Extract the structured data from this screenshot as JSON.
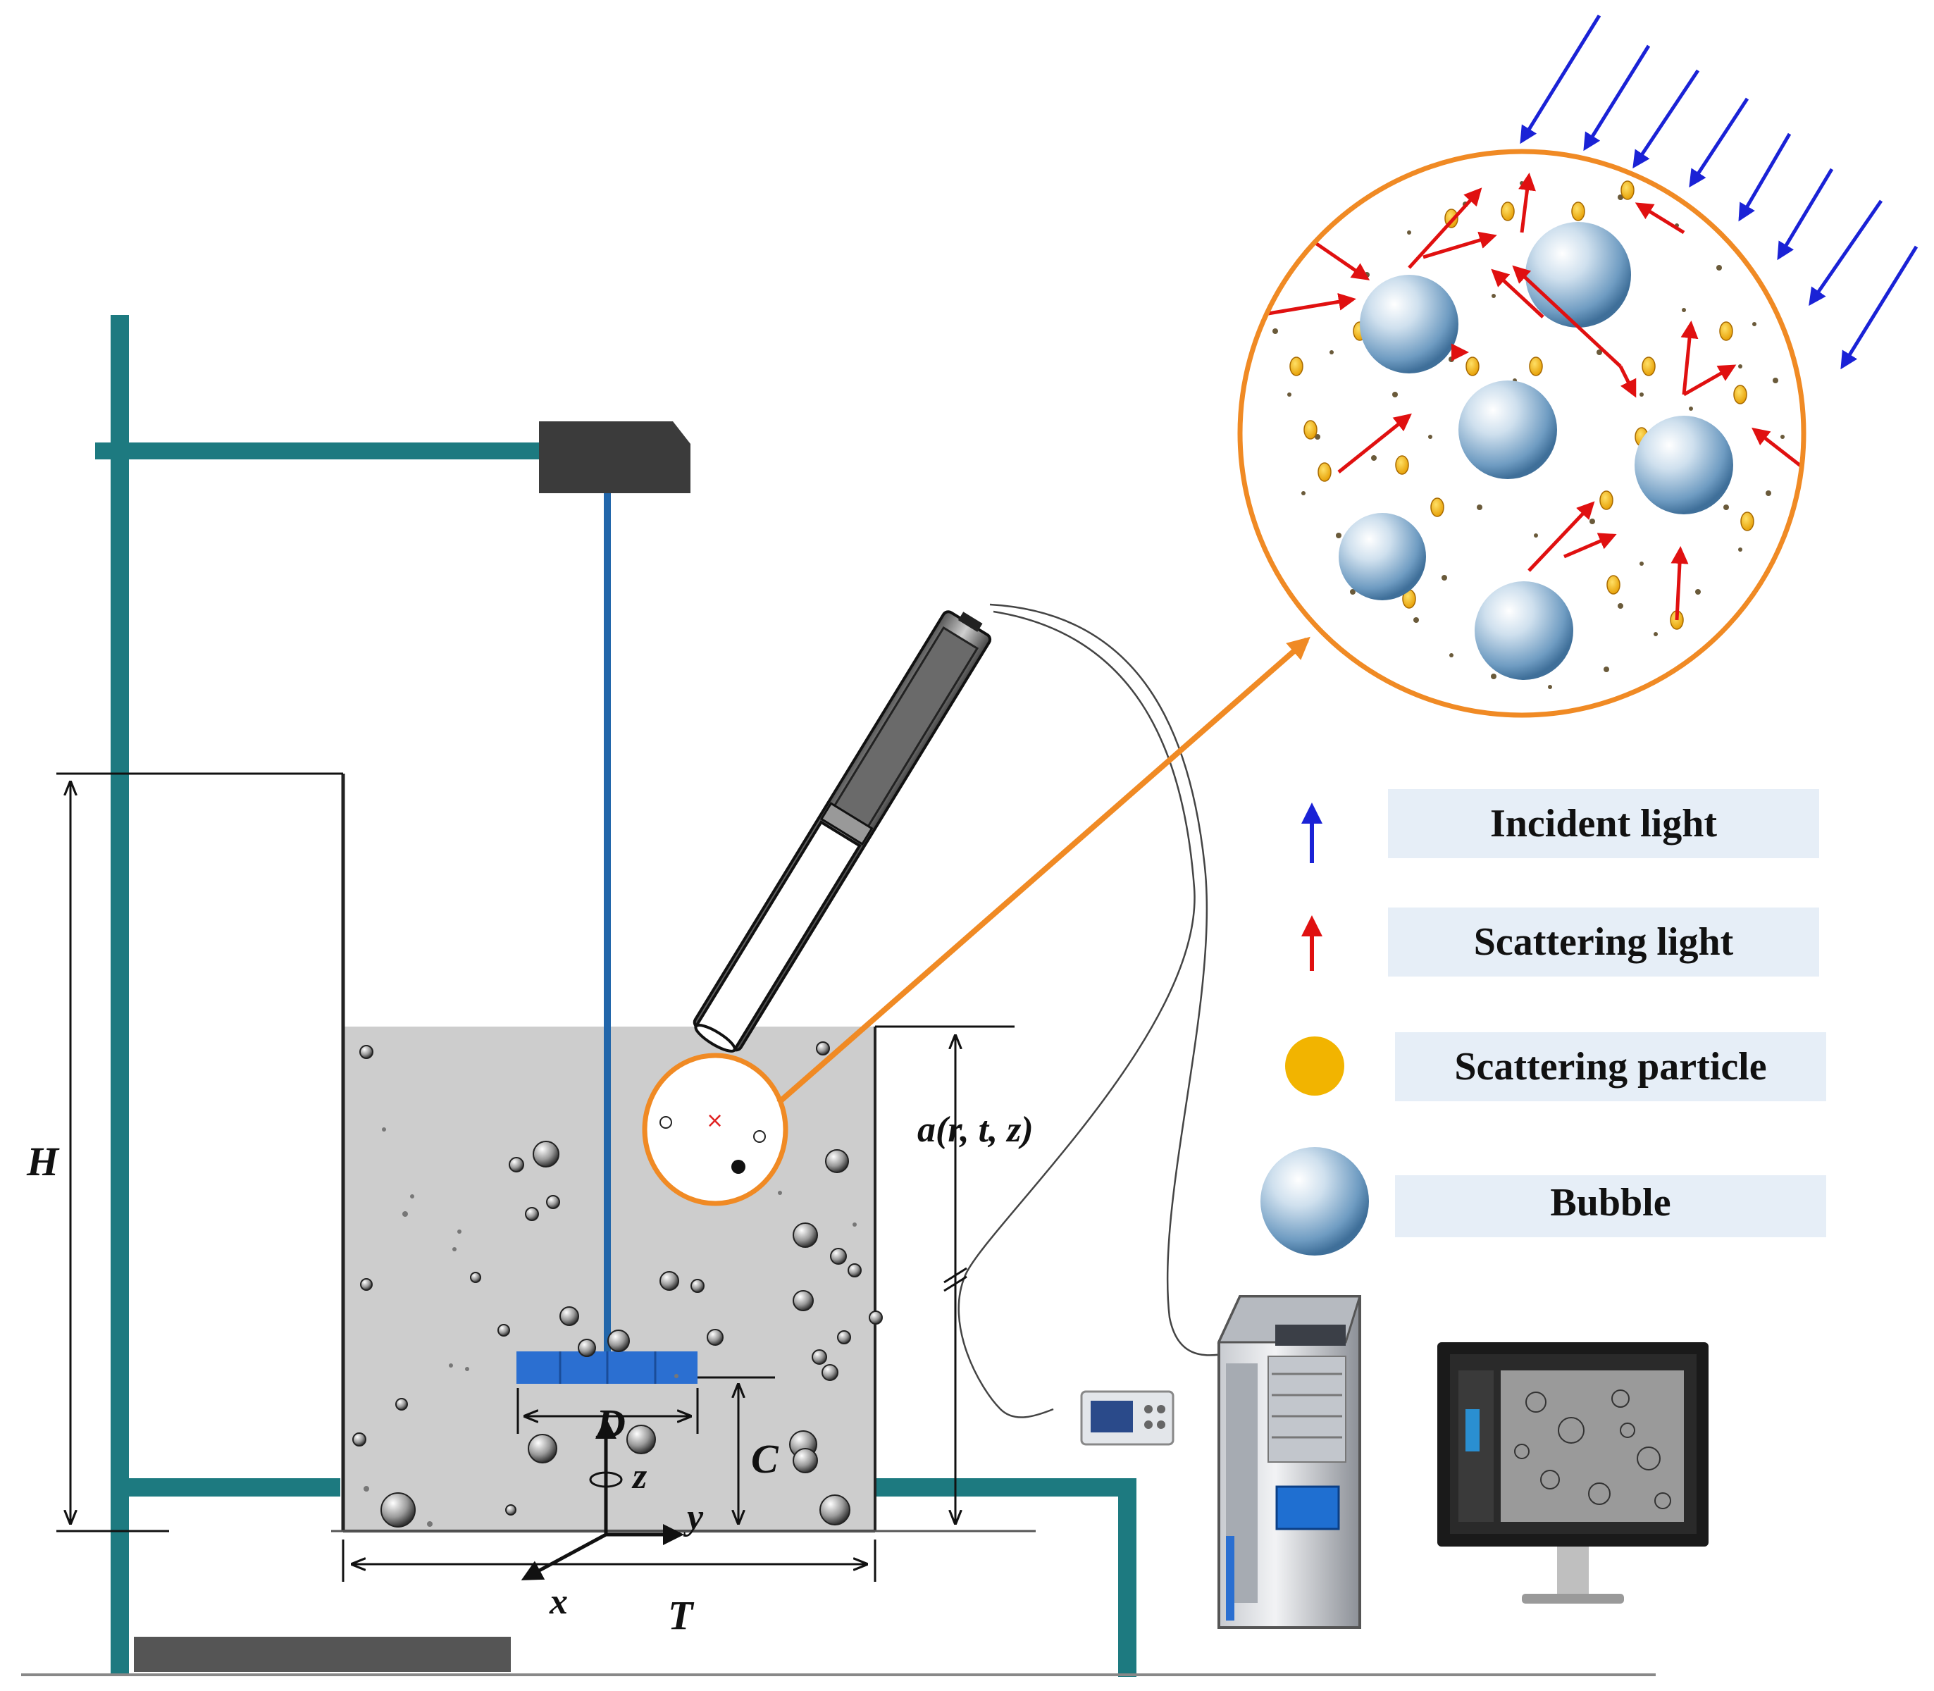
{
  "labels": {
    "H": "H",
    "T": "T",
    "D": "D",
    "C": "C",
    "z": "z",
    "x": "x",
    "y": "y",
    "probe_position": "a(r, t, z)"
  },
  "legend": [
    {
      "key": "incident",
      "label": "Incident light",
      "icon": "blue-arrow-icon",
      "color": "#1a22d6"
    },
    {
      "key": "scattering",
      "label": "Scattering light",
      "icon": "red-arrow-icon",
      "color": "#e01010"
    },
    {
      "key": "particle",
      "label": "Scattering particle",
      "icon": "yellow-particle-icon",
      "color": "#f2b400"
    },
    {
      "key": "bubble",
      "label": "Bubble",
      "icon": "bubble-icon",
      "color": "#5b8fb8"
    }
  ],
  "colors": {
    "frame": "#1d7a80",
    "shaft": "#2266aa",
    "impeller": "#2b6fd1",
    "liquid": "#cdcdcd",
    "magnifier": "#f08a24",
    "incident": "#1a22d6",
    "scatter": "#e01010"
  }
}
